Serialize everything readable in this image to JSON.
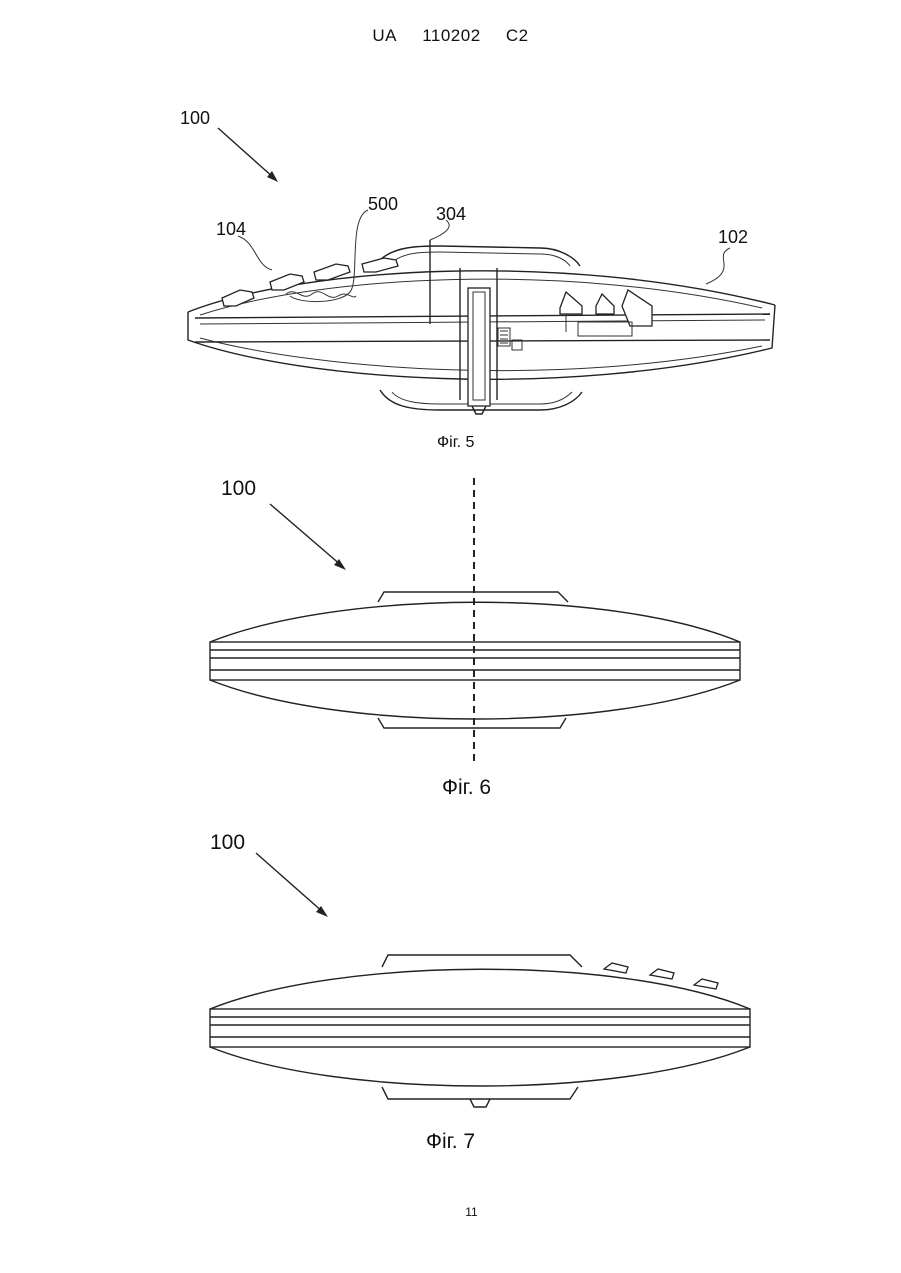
{
  "header": {
    "country": "UA",
    "number": "110202",
    "kind": "C2"
  },
  "page_number": "11",
  "figures": [
    {
      "caption": "Фіг. 5",
      "labels": {
        "device": "100",
        "cover": "104",
        "part_500": "500",
        "part_304": "304",
        "housing": "102"
      }
    },
    {
      "caption": "Фіг. 6",
      "labels": {
        "device": "100"
      }
    },
    {
      "caption": "Фіг. 7",
      "labels": {
        "device": "100"
      }
    }
  ]
}
